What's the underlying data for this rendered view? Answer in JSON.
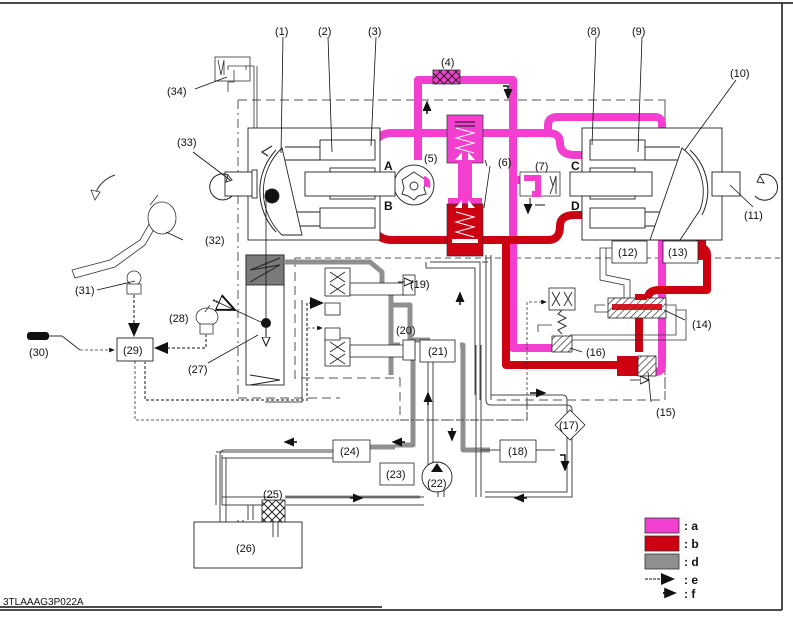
{
  "figure_code": "3TLAAAG3P022A",
  "colors": {
    "a": "#f23fd0",
    "b": "#cc0011",
    "d": "#8f8f8f",
    "line": "#222222",
    "dash": "#555555"
  },
  "ports": {
    "A": "A",
    "B": "B",
    "C": "C",
    "D": "D"
  },
  "callouts": {
    "c1": "(1)",
    "c2": "(2)",
    "c3": "(3)",
    "c4": "(4)",
    "c5": "(5)",
    "c6": "(6)",
    "c7": "(7)",
    "c8": "(8)",
    "c9": "(9)",
    "c10": "(10)",
    "c11": "(11)",
    "c12": "(12)",
    "c13": "(13)",
    "c14": "(14)",
    "c15": "(15)",
    "c16": "(16)",
    "c17": "(17)",
    "c18": "(18)",
    "c19": "(19)",
    "c20": "(20)",
    "c21": "(21)",
    "c22": "(22)",
    "c23": "(23)",
    "c24": "(24)",
    "c25": "(25)",
    "c26": "(26)",
    "c27": "(27)",
    "c28": "(28)",
    "c29": "(29)",
    "c30": "(30)",
    "c31": "(31)",
    "c32": "(32)",
    "c33": "(33)",
    "c34": "(34)"
  },
  "legend": [
    {
      "key": "a",
      "label": ": a",
      "kind": "fill",
      "color": "#f23fd0"
    },
    {
      "key": "b",
      "label": ": b",
      "kind": "fill",
      "color": "#cc0011"
    },
    {
      "key": "d",
      "label": ": d",
      "kind": "fill",
      "color": "#8f8f8f"
    },
    {
      "key": "e",
      "label": ": e",
      "kind": "dotted-arrow"
    },
    {
      "key": "f",
      "label": ": f",
      "kind": "solid-arrow"
    }
  ]
}
